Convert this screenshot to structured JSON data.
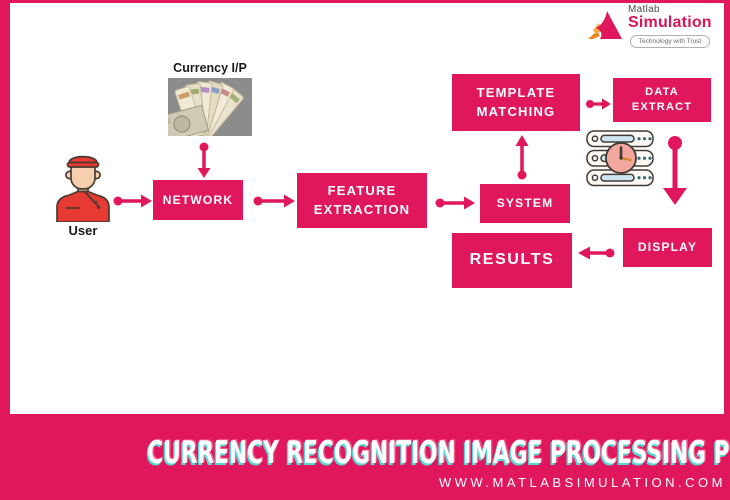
{
  "brand": {
    "name_top": "Matlab",
    "name_bottom": "Simulation",
    "tagline": "Technology with Trust"
  },
  "diagram": {
    "currency_label": "Currency I/P",
    "user_label": "User",
    "nodes": {
      "network": "NETWORK",
      "feature_extraction": "FEATURE EXTRACTION",
      "template_matching": "TEMPLATE MATCHING",
      "data_extract": "DATA EXTRACT",
      "system": "SYSTEM",
      "results": "RESULTS",
      "display": "DISPLAY"
    },
    "icons": {
      "matlab_logo": "matlab-logo-icon",
      "user_avatar": "user-avatar-icon",
      "currency_photo": "currency-notes-image",
      "server_clock": "server-clock-icon"
    }
  },
  "banner": {
    "title": "CURRENCY RECOGNITION IMAGE PROCESSING PROJECTS"
  },
  "footer": {
    "website": "WWW.MATLABSIMULATION.COM"
  },
  "colors": {
    "accent": "#E0175C",
    "logo_orange": "#F0871E",
    "banner_shadow_cyan": "#53D8D8",
    "clock_fill": "#F2A79F",
    "server_bar_blue": "#CDE6F2"
  }
}
